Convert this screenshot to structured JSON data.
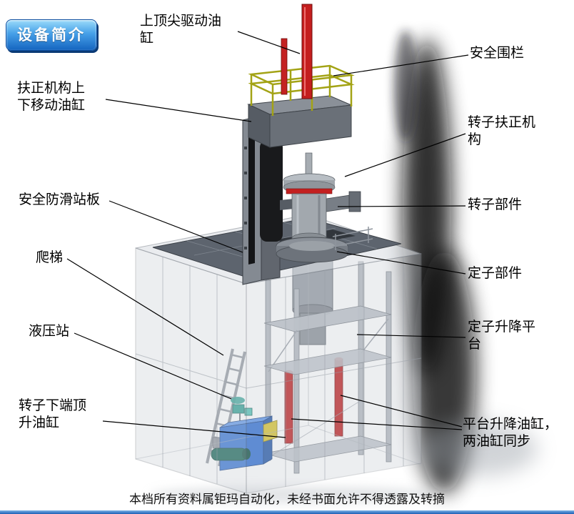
{
  "badge": {
    "label": "设备简介"
  },
  "labels": {
    "top_cylinder": "上顶尖驱动油\n缸",
    "safety_fence": "安全围栏",
    "centering_cylinder": "扶正机构上\n下移动油缸",
    "rotor_centering": "转子扶正机\n构",
    "antislip_board": "安全防滑站板",
    "rotor_part": "转子部件",
    "ladder": "爬梯",
    "stator_part": "定子部件",
    "hydraulic_station": "液压站",
    "stator_platform": "定子升降平\n台",
    "rotor_jack_cylinder": "转子下端顶\n升油缸",
    "platform_cylinders": "平台升降油缸，\n两油缸同步"
  },
  "footer": {
    "text": "本档所有资料属钜玛自动化，未经书面允许不得透露及转摘"
  },
  "colors": {
    "badge_blue": "#1565c0",
    "cylinder_red": "#c41e1e",
    "machine_gray": "#848a92",
    "railing_yellow": "#a3a315",
    "hydraulic_blue": "#2e6fd4"
  }
}
